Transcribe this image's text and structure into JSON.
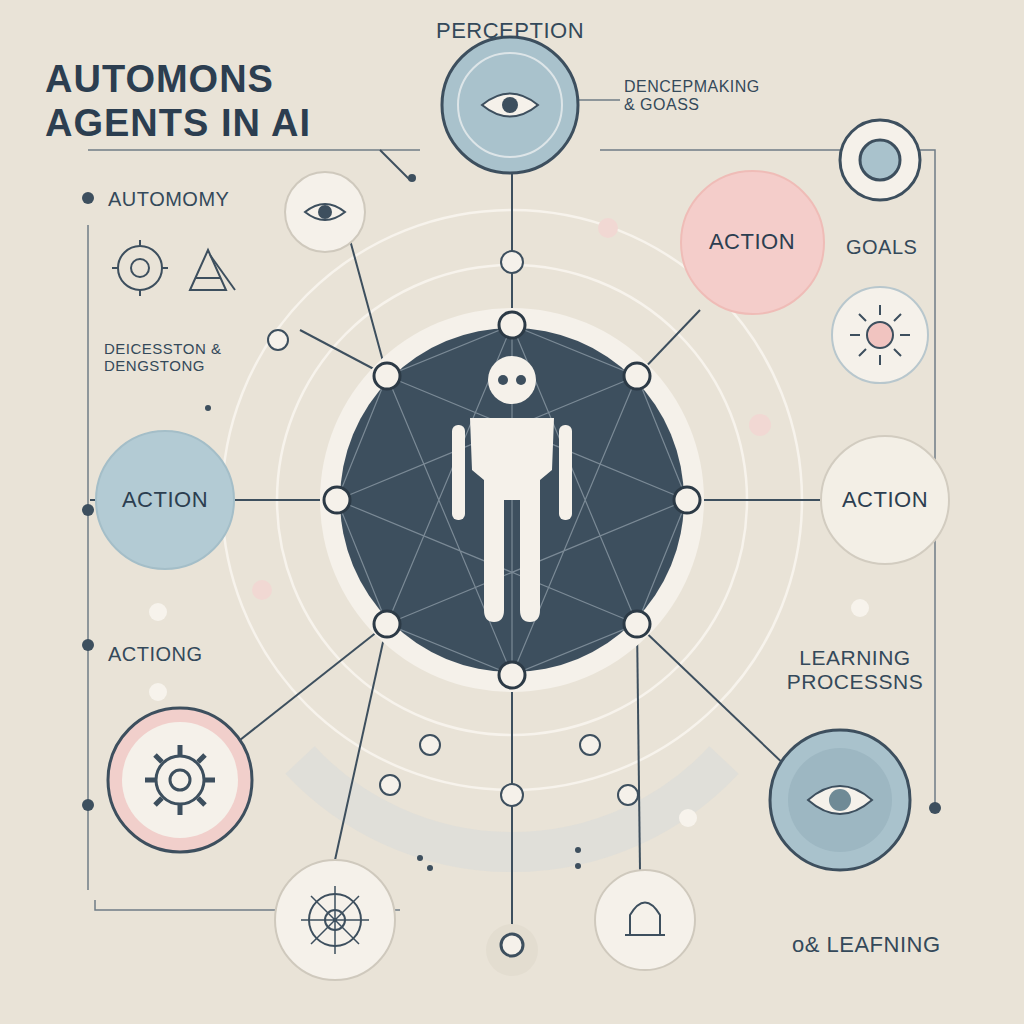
{
  "diagram": {
    "title": "AUTOMONS AGENTS IN AI",
    "nodes": [
      {
        "text": [
          "ACTION"
        ]
      },
      {
        "text": [
          "ACTION"
        ]
      },
      {
        "text": [
          "ACTION"
        ]
      }
    ],
    "labels": [
      "PERCEPTION",
      "DENCEPMAKING & GOASS",
      "AUTOMOMY",
      "DEICESSTON & DENGSTONG",
      "GOALS",
      "ACTIONG",
      "LEARNING PROCESSNS",
      "o& LEAFNING"
    ]
  }
}
